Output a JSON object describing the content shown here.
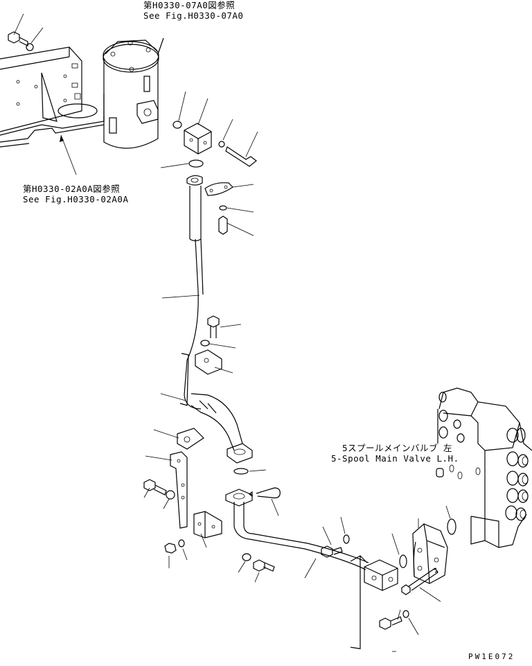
{
  "references": {
    "top_jp": "第H0330-07A0図参照",
    "top_en": "See Fig.H0330-07A0",
    "left_jp": "第H0330-02A0A図参照",
    "left_en": "See Fig.H0330-02A0A"
  },
  "valve_label": {
    "jp": "5スプールメインバルブ 左",
    "en": "5-Spool Main Valve L.H."
  },
  "drawing_code": "PW1E072",
  "colors": {
    "line": "#000000",
    "background": "#ffffff"
  }
}
